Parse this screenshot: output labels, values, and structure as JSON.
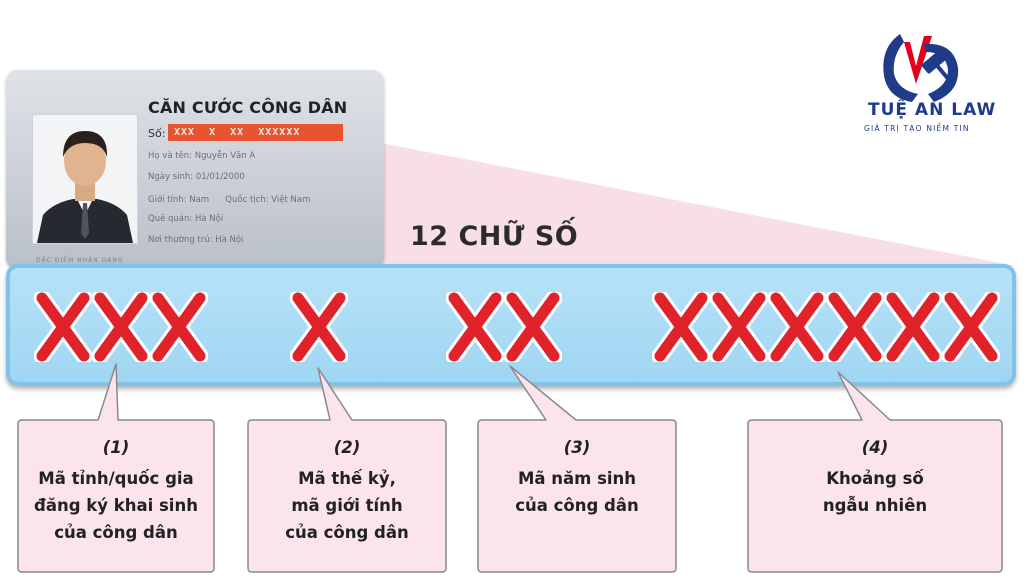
{
  "logo": {
    "name": "TUỆ AN LAW",
    "tagline": "GIÁ TRỊ TẠO NIỀM TIN",
    "colors": {
      "primary": "#1f3b8a",
      "accent": "#e4001b"
    }
  },
  "card": {
    "title": "CĂN CƯỚC CÔNG DÂN",
    "number_label": "Số:",
    "number_value": "XXX  X  XX  XXXXXX",
    "fields": [
      "Họ và tên: Nguyễn Văn A",
      "Ngày sinh: 01/01/2000",
      "Giới tính: Nam      Quốc tịch: Việt Nam",
      "Quê quán: Hà Nội",
      "Nơi thường trú: Hà Nội"
    ],
    "bottom_text": "ĐẶC ĐIỂM NHẬN DẠNG"
  },
  "heading": "12 CHỮ SỐ",
  "groups": [
    {
      "marks": "XXX",
      "number": "(1)",
      "lines": [
        "Mã tỉnh/quốc gia",
        "đăng ký khai sinh",
        "của công dân"
      ]
    },
    {
      "marks": "X",
      "number": "(2)",
      "lines": [
        "Mã thế kỷ,",
        "mã giới tính",
        "của công dân"
      ]
    },
    {
      "marks": "XX",
      "number": "(3)",
      "lines": [
        "Mã năm sinh",
        "của công dân"
      ]
    },
    {
      "marks": "XXXXXX",
      "number": "(4)",
      "lines": [
        "Khoảng số",
        "ngẫu nhiên"
      ]
    }
  ],
  "colors": {
    "x_mark": "#e0222b",
    "band": "#a8dcf5",
    "callout_fill": "#fbe4ec",
    "callout_stroke": "#8a8a8a"
  }
}
